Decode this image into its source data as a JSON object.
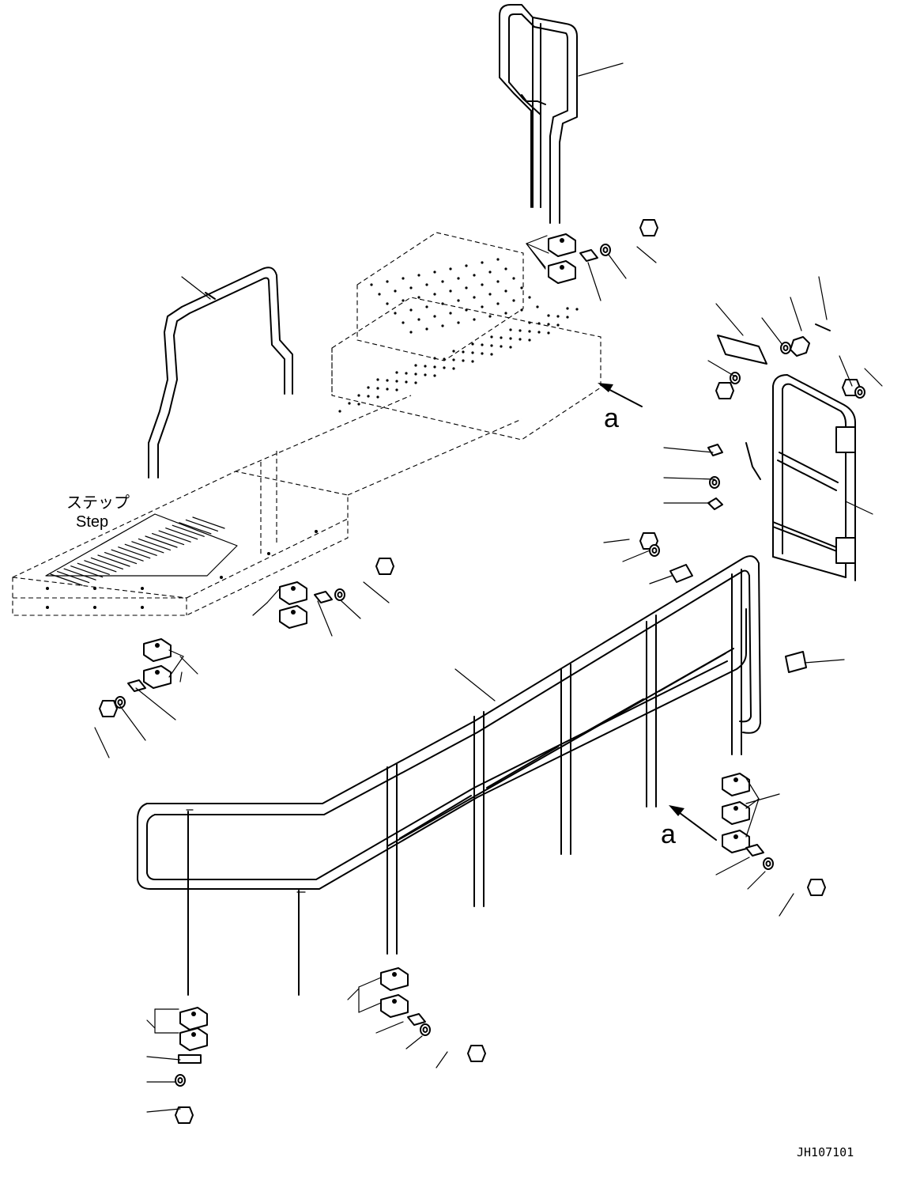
{
  "labels": {
    "step_jp": "ステップ",
    "step_en": "Step",
    "view_a_top": "a",
    "view_a_bottom": "a",
    "drawing_number": "JH107101"
  }
}
